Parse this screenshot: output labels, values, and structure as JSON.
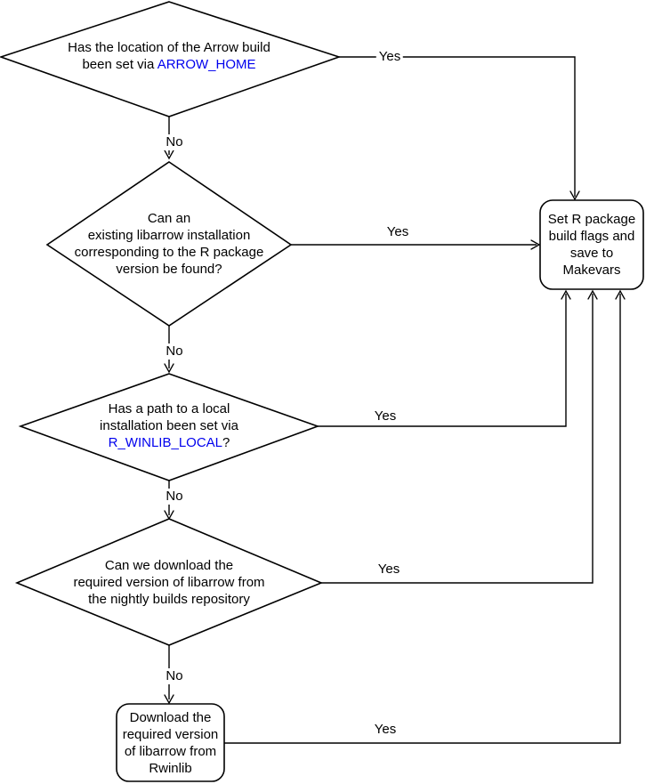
{
  "diagram": {
    "title": "Arrow R package libarrow build decision flowchart",
    "colors": {
      "line": "#000000",
      "text": "#000000",
      "code_text": "#0000EE",
      "background": "#ffffff"
    },
    "nodes": {
      "decision_arrow_home": {
        "type": "decision",
        "text_prefix": "Has the location of the Arrow build\nbeen set via ",
        "code": "ARROW_HOME"
      },
      "decision_existing_install": {
        "type": "decision",
        "text": "Can an\nexisting libarrow installation\ncorresponding to the R package\nversion be found?"
      },
      "decision_rwinlib_local": {
        "type": "decision",
        "text_prefix": "Has a path to a local\ninstallation been set via\n",
        "code": "R_WINLIB_LOCAL",
        "text_suffix": "?"
      },
      "decision_nightly_download": {
        "type": "decision",
        "text": "Can we download the\nrequired version of libarrow from\nthe nightly builds repository"
      },
      "process_download_rwinlib": {
        "type": "process",
        "text": "Download the\nrequired version\nof libarrow from\nRwinlib"
      },
      "process_set_makevars": {
        "type": "process",
        "text": "Set R package\nbuild flags and\nsave to\nMakevars"
      }
    },
    "edges": {
      "arrow_home_yes": {
        "label": "Yes"
      },
      "arrow_home_no": {
        "label": "No"
      },
      "existing_install_yes": {
        "label": "Yes"
      },
      "existing_install_no": {
        "label": "No"
      },
      "rwinlib_local_yes": {
        "label": "Yes"
      },
      "rwinlib_local_no": {
        "label": "No"
      },
      "nightly_download_yes": {
        "label": "Yes"
      },
      "nightly_download_no": {
        "label": "No"
      },
      "download_rwinlib_yes": {
        "label": "Yes"
      }
    }
  }
}
